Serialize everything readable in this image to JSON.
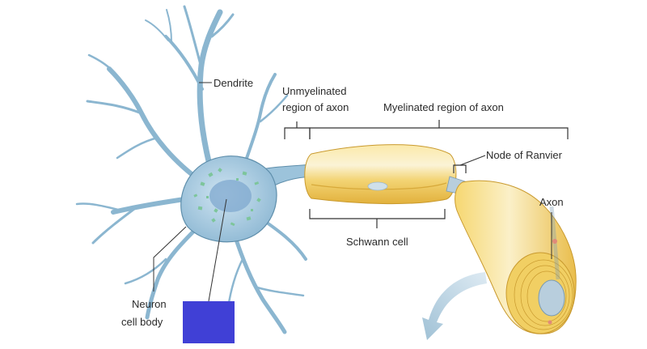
{
  "labels": {
    "dendrite": "Dendrite",
    "unmyelinated_line1": "Unmyelinated",
    "unmyelinated_line2": "region of axon",
    "myelinated": "Myelinated region of axon",
    "node_of_ranvier": "Node of Ranvier",
    "axon": "Axon",
    "schwann_cell": "Schwann cell",
    "neuron_line1": "Neuron",
    "neuron_line2": "cell body"
  },
  "colors": {
    "neuron_body": "#9cc3db",
    "neuron_outline": "#5e8eab",
    "nucleus": "#7fa8cf",
    "nissl": "#7dc59b",
    "myelin": "#f7dc84",
    "myelin_dark": "#e5b43e",
    "axon_core": "#b8cedd",
    "arrow": "#a8c6da",
    "redaction_box": "#4040d6"
  }
}
